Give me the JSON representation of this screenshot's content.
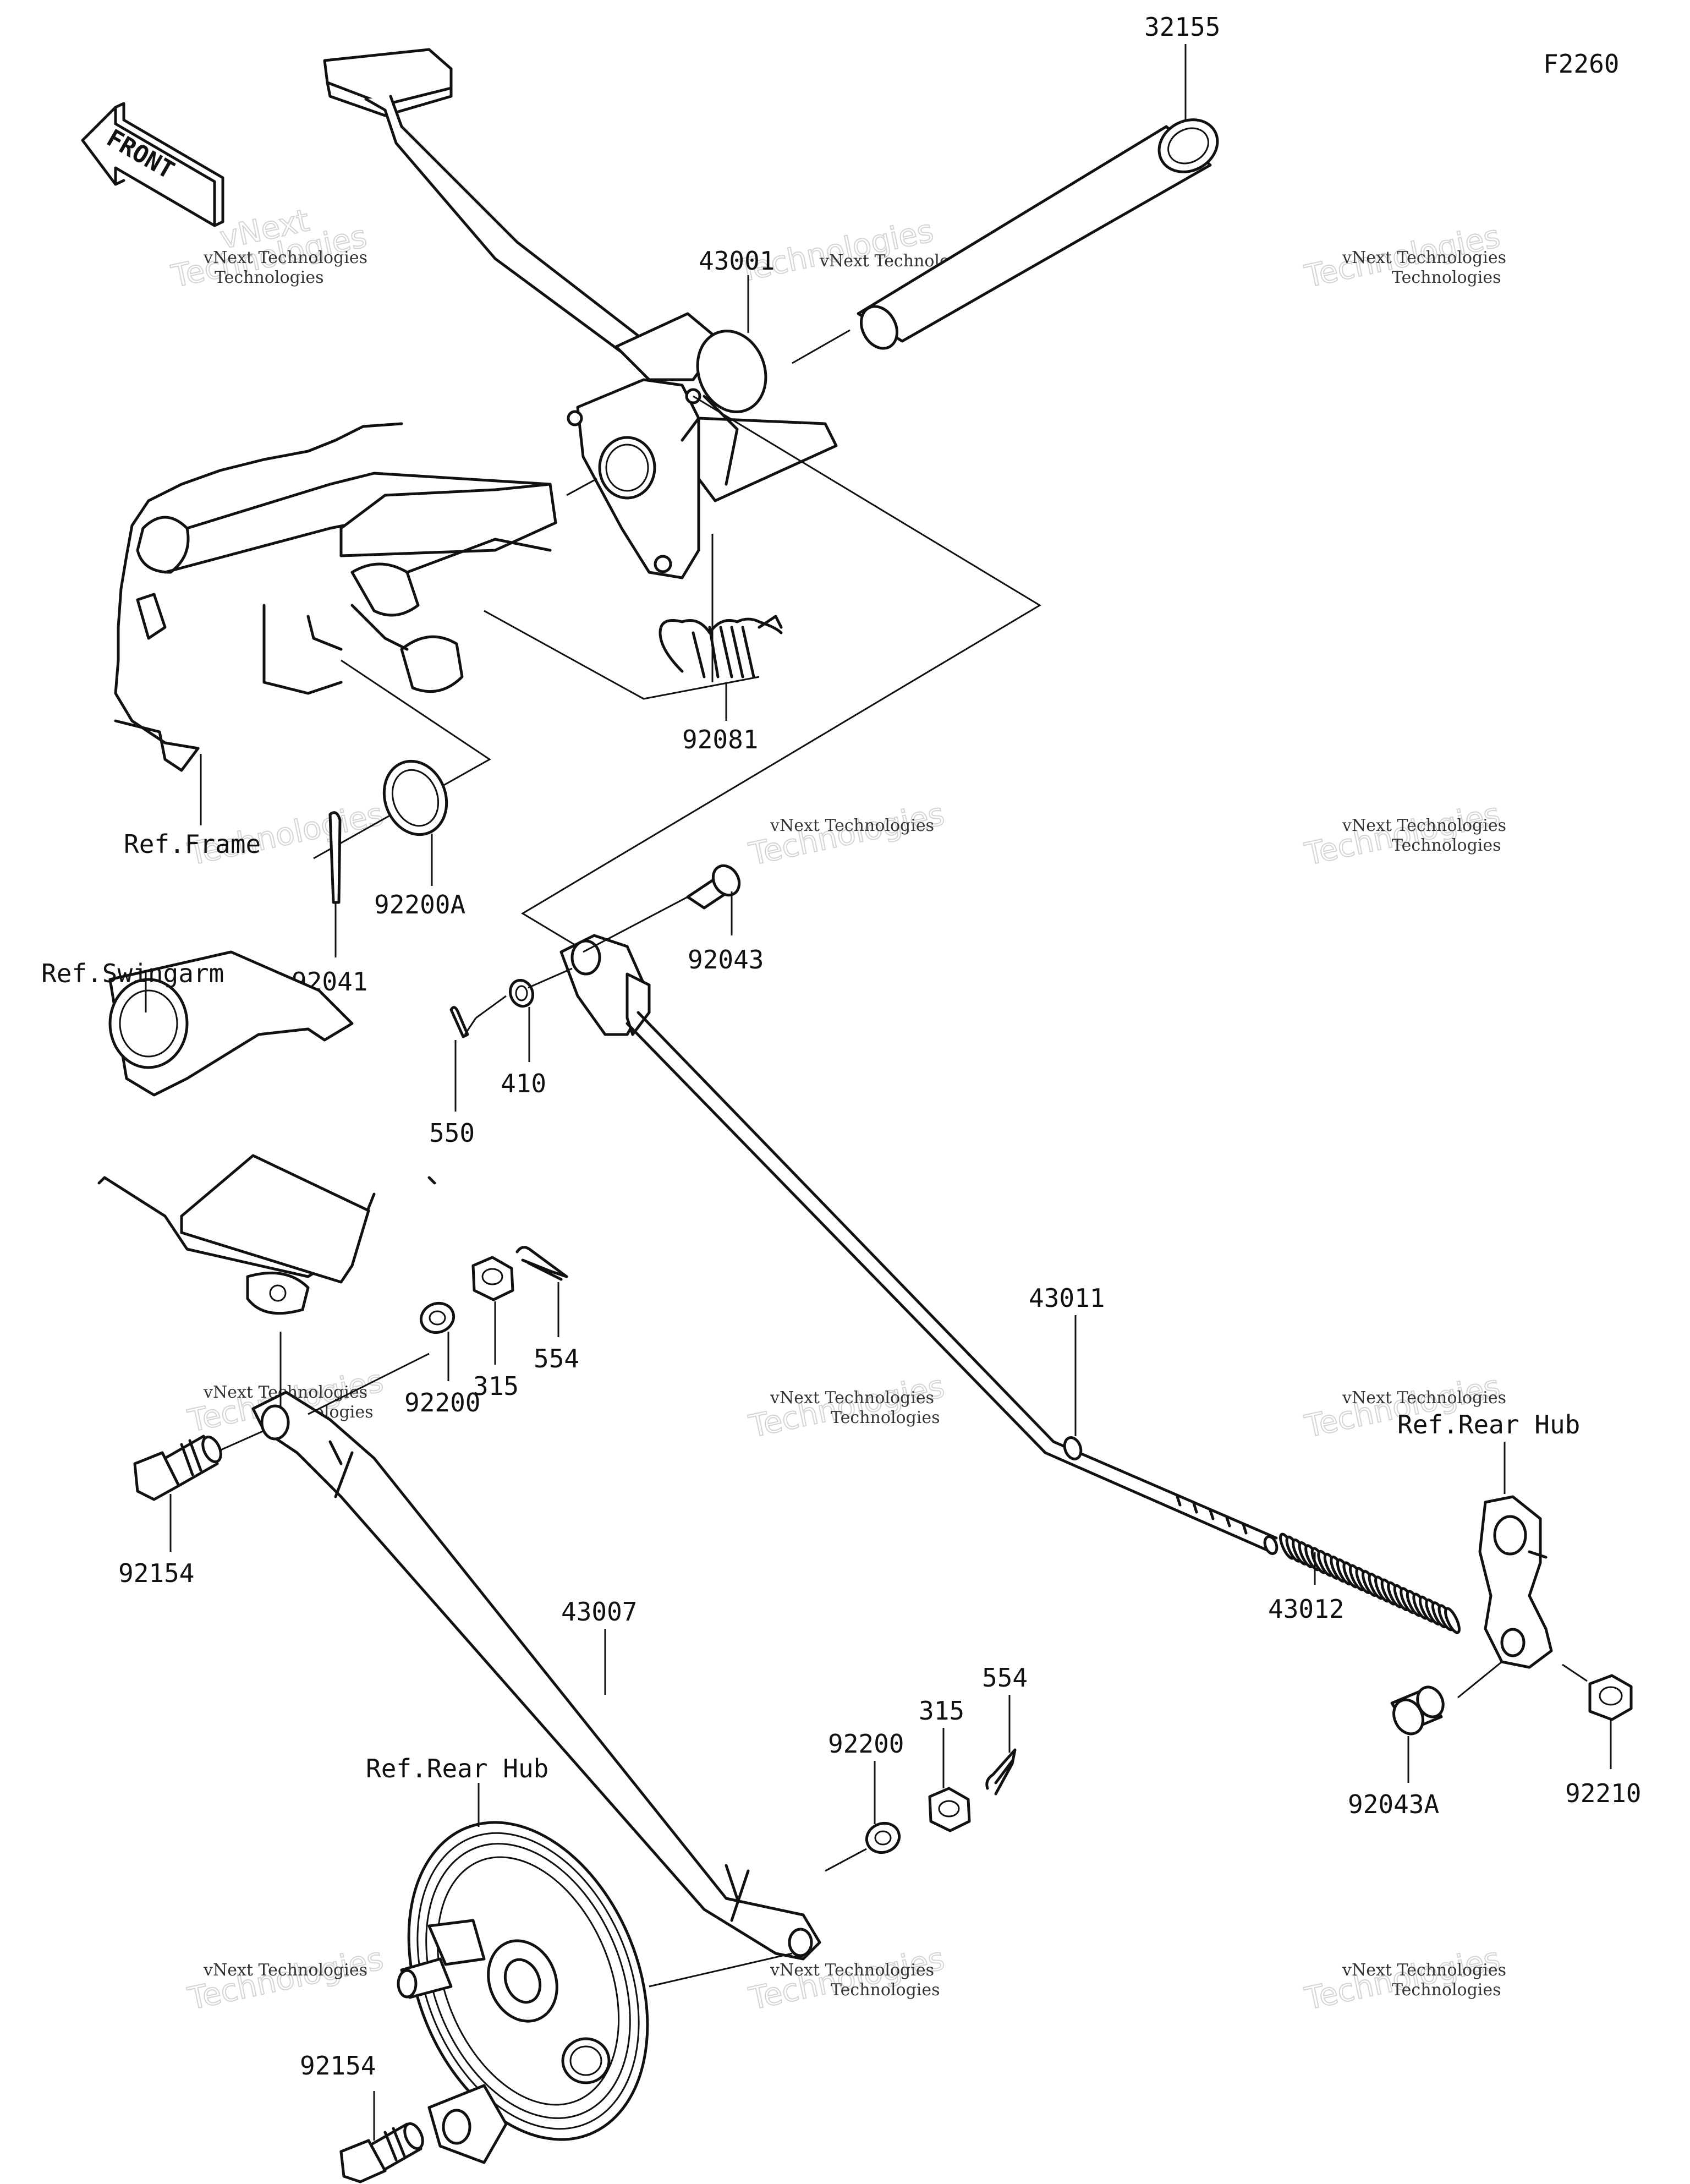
{
  "diagram": {
    "code": "F2260",
    "front_label": "FRONT",
    "watermark": {
      "line1": "vNext Technologies",
      "line2": "Technologies",
      "line3": "vNext"
    },
    "parts": [
      {
        "id": "32155",
        "label": "32155"
      },
      {
        "id": "43001",
        "label": "43001"
      },
      {
        "id": "92081",
        "label": "92081"
      },
      {
        "id": "92200A",
        "label": "92200A"
      },
      {
        "id": "92041",
        "label": "92041"
      },
      {
        "id": "92043",
        "label": "92043"
      },
      {
        "id": "410",
        "label": "410"
      },
      {
        "id": "550",
        "label": "550"
      },
      {
        "id": "315a",
        "label": "315"
      },
      {
        "id": "554a",
        "label": "554"
      },
      {
        "id": "92200a",
        "label": "92200"
      },
      {
        "id": "92154a",
        "label": "92154"
      },
      {
        "id": "43011",
        "label": "43011"
      },
      {
        "id": "43012",
        "label": "43012"
      },
      {
        "id": "43007",
        "label": "43007"
      },
      {
        "id": "92200b",
        "label": "92200"
      },
      {
        "id": "315b",
        "label": "315"
      },
      {
        "id": "554b",
        "label": "554"
      },
      {
        "id": "92043A",
        "label": "92043A"
      },
      {
        "id": "92210",
        "label": "92210"
      },
      {
        "id": "92154b",
        "label": "92154"
      }
    ],
    "refs": {
      "frame": "Ref.Frame",
      "swingarm": "Ref.Swingarm",
      "rear_hub_right": "Ref.Rear Hub",
      "rear_hub_bottom": "Ref.Rear Hub"
    }
  }
}
